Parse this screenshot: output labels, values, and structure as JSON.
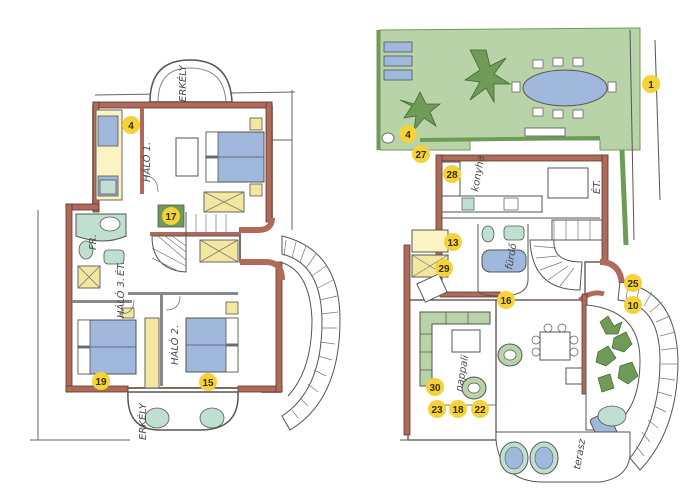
{
  "upper_floor": {
    "room_labels": [
      {
        "key": "halo1",
        "text": "HÁLÓ 1."
      },
      {
        "key": "halo2",
        "text": "HÁLÓ 2."
      },
      {
        "key": "halo3",
        "text": "HÁLÓ 3."
      },
      {
        "key": "erkely_top",
        "text": "ERKÉLY"
      },
      {
        "key": "erkely_bottom",
        "text": "ERKÉLY"
      },
      {
        "key": "et",
        "text": "ÉT."
      },
      {
        "key": "fr",
        "text": "FR."
      }
    ],
    "markers": [
      "4",
      "17",
      "19",
      "15"
    ]
  },
  "ground_floor": {
    "room_labels": [
      {
        "key": "konyha",
        "text": "konyha"
      },
      {
        "key": "furdo",
        "text": "fürdő"
      },
      {
        "key": "et",
        "text": "ÉT."
      },
      {
        "key": "nappali",
        "text": "nappali"
      },
      {
        "key": "terasz",
        "text": "terasz"
      }
    ],
    "markers": [
      "1",
      "4",
      "27",
      "28",
      "13",
      "29",
      "16",
      "25",
      "10",
      "30",
      "23",
      "18",
      "22"
    ]
  },
  "colors": {
    "wall": "#b06a5a",
    "wall_outline": "#5a3a30",
    "bed": "#9fb8dc",
    "garden": "#b8d3a8",
    "garden_dark": "#6f9a58",
    "fixture": "#bfe0d0",
    "stair_box": "#f3e7a0",
    "marker": "#f5d23a",
    "ink": "#444444"
  }
}
